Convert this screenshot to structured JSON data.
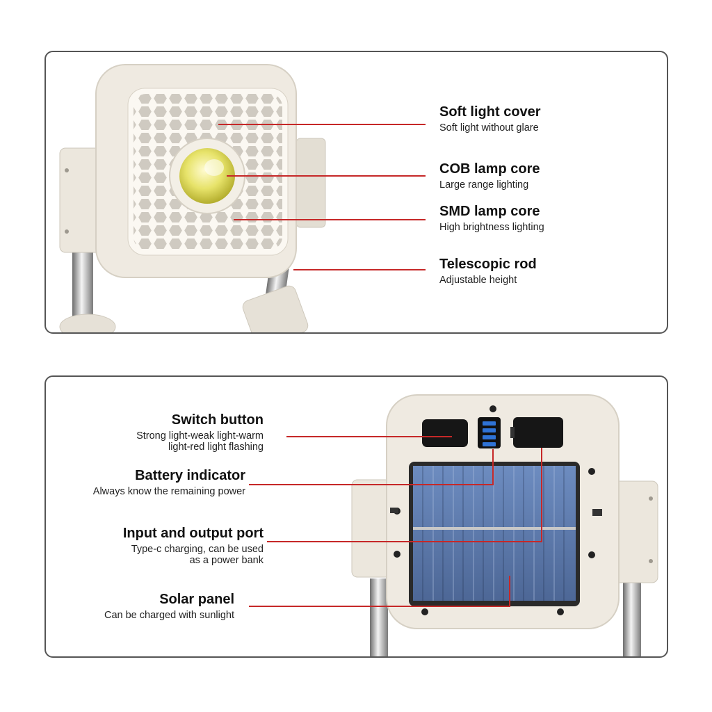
{
  "colors": {
    "accent_line": "#c62828",
    "panel_border": "#555555",
    "lamp_body": "#ede8df",
    "solar_cell": "#5f7fb0",
    "battery_led": "#2f73d6"
  },
  "top_panel": {
    "features": [
      {
        "title": "Soft light cover",
        "subtitle": "Soft light without glare"
      },
      {
        "title": "COB lamp core",
        "subtitle": "Large range lighting"
      },
      {
        "title": "SMD lamp core",
        "subtitle": "High brightness lighting"
      },
      {
        "title": "Telescopic rod",
        "subtitle": "Adjustable height"
      }
    ]
  },
  "bottom_panel": {
    "features": [
      {
        "title": "Switch button",
        "subtitle_lines": [
          "Strong light-weak light-warm",
          "light-red light flashing"
        ]
      },
      {
        "title": "Battery indicator",
        "subtitle_lines": [
          "Always know the remaining power"
        ]
      },
      {
        "title": "Input and output port",
        "subtitle_lines": [
          "Type-c charging, can be used",
          "as a power bank"
        ]
      },
      {
        "title": "Solar panel",
        "subtitle_lines": [
          "Can be charged with sunlight"
        ]
      }
    ]
  }
}
